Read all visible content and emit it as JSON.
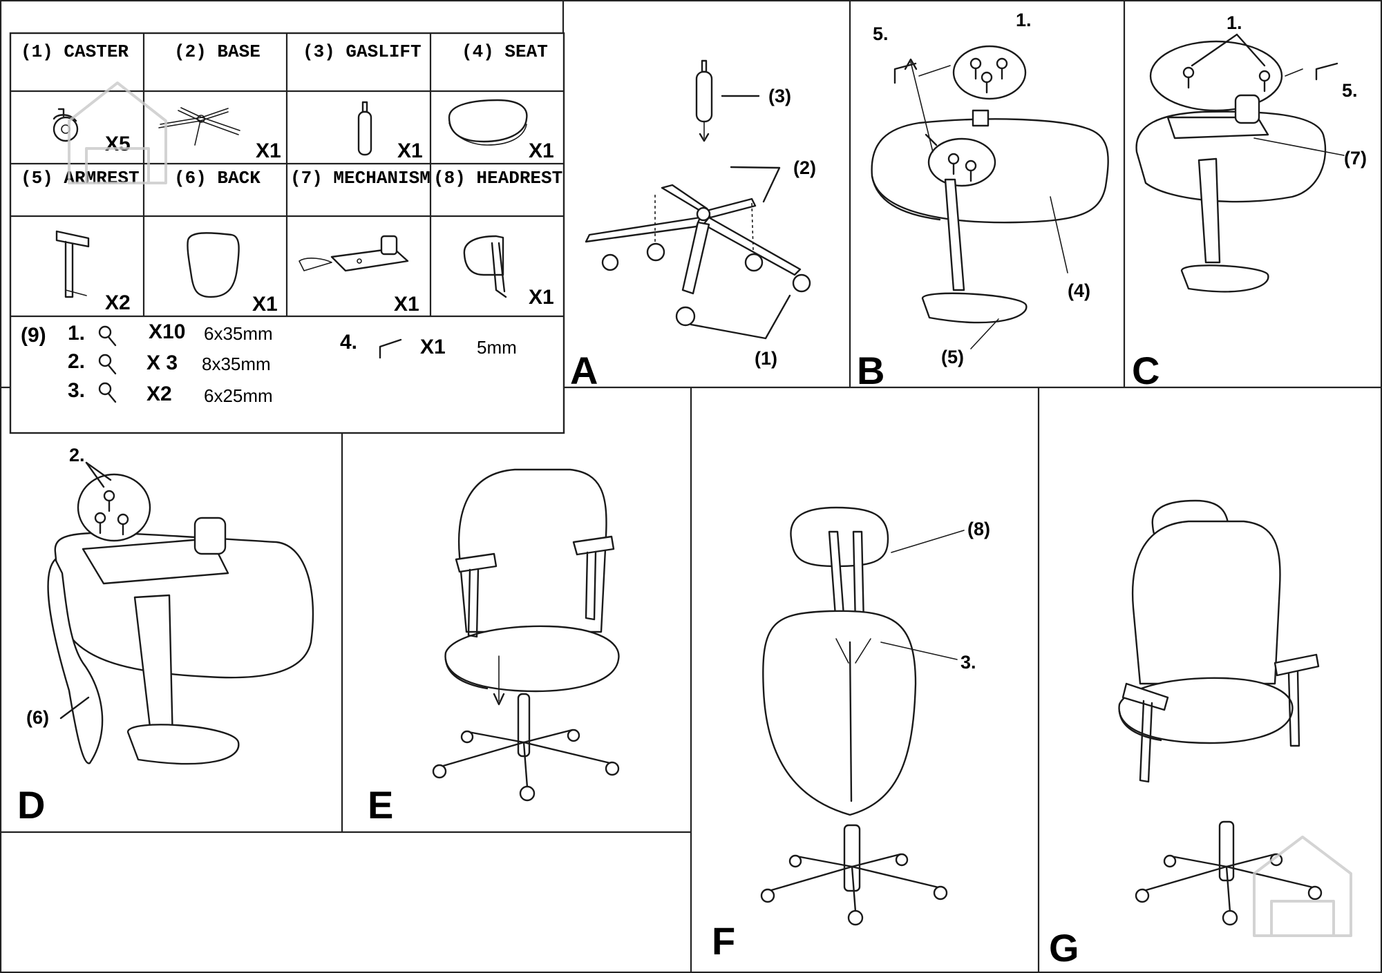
{
  "parts_table": {
    "headers": [
      {
        "num": "(1)",
        "name": "CASTER"
      },
      {
        "num": "(2)",
        "name": "BASE"
      },
      {
        "num": "(3)",
        "name": "GASLIFT"
      },
      {
        "num": "(4)",
        "name": "SEAT"
      },
      {
        "num": "(5)",
        "name": "ARMREST"
      },
      {
        "num": "(6)",
        "name": "BACK"
      },
      {
        "num": "(7)",
        "name": "MECHANISM"
      },
      {
        "num": "(8)",
        "name": "HEADREST"
      }
    ],
    "quantities": [
      "X5",
      "X1",
      "X1",
      "X1",
      "X2",
      "X1",
      "X1",
      "X1"
    ],
    "hardware": {
      "label": "(9)",
      "items": [
        {
          "num": "1.",
          "qty": "X10",
          "size": "6x35mm"
        },
        {
          "num": "2.",
          "qty": "X 3",
          "size": "8x35mm"
        },
        {
          "num": "3.",
          "qty": "X2",
          "size": "6x25mm"
        }
      ],
      "tool": {
        "num": "4.",
        "qty": "X1",
        "size": "5mm"
      }
    }
  },
  "steps": {
    "A": {
      "letter": "A",
      "callouts": [
        "(3)",
        "(2)",
        "(1)"
      ]
    },
    "B": {
      "letter": "B",
      "callouts": [
        "1.",
        "5.",
        "(4)",
        "(5)"
      ]
    },
    "C": {
      "letter": "C",
      "callouts": [
        "1.",
        "5.",
        "(7)"
      ]
    },
    "D": {
      "letter": "D",
      "callouts": [
        "2.",
        "(6)"
      ]
    },
    "E": {
      "letter": "E"
    },
    "F": {
      "letter": "F",
      "callouts": [
        "(8)",
        "3."
      ]
    },
    "G": {
      "letter": "G"
    }
  },
  "icons": [
    "caster-icon",
    "base-icon",
    "gaslift-icon",
    "seat-icon",
    "armrest-icon",
    "back-icon",
    "mechanism-icon",
    "headrest-icon",
    "screw-icon",
    "hex-key-icon",
    "house-watermark-icon"
  ]
}
